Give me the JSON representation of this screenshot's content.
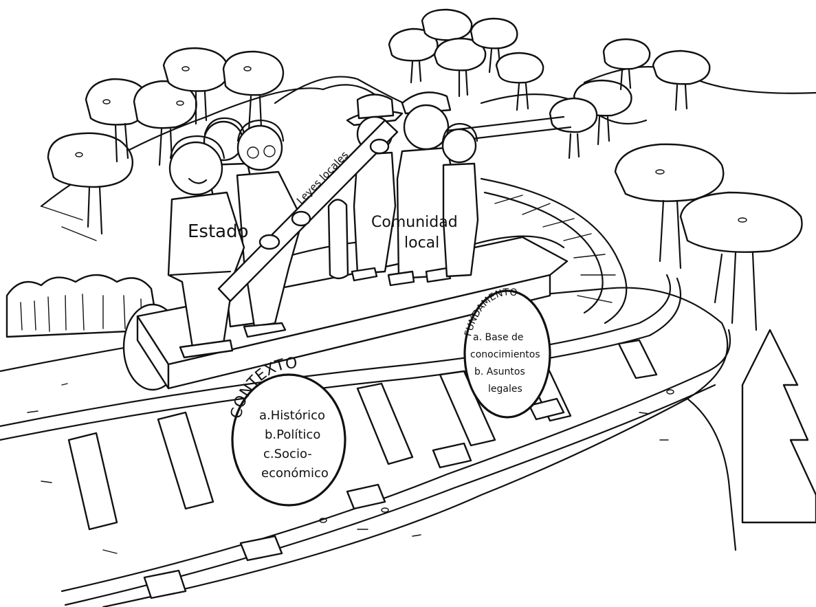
{
  "labels": {
    "estado": "Estado",
    "comunidad_line1": "Comunidad",
    "comunidad_line2": "local",
    "leyes": "Leyes locales"
  },
  "contexto": {
    "title": "CONTEXTO",
    "items": [
      "a.Histórico",
      "b.Político",
      "c.Socio-",
      "económico"
    ]
  },
  "fundamento": {
    "title": "FUNDAMENTO",
    "items": [
      "a. Base de",
      "conocimientos",
      "b. Asuntos",
      "legales"
    ]
  },
  "colors": {
    "ink": "#111111",
    "paper": "#ffffff"
  }
}
